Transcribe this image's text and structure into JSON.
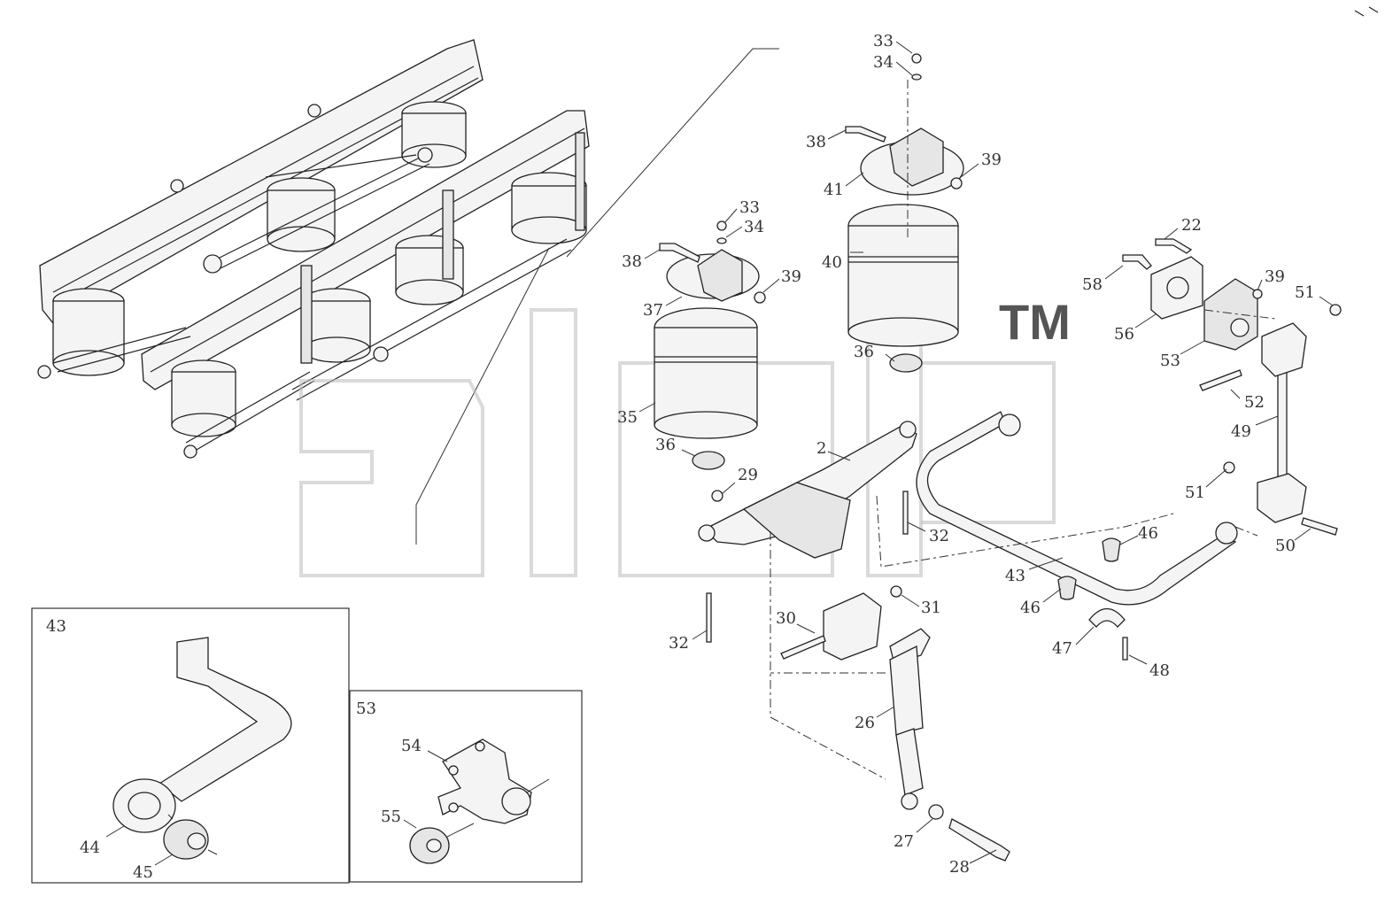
{
  "diagram": {
    "watermark": "TM",
    "overview_labels": [],
    "callouts": [
      {
        "id": "c33a",
        "text": "33"
      },
      {
        "id": "c34a",
        "text": "34"
      },
      {
        "id": "c38a",
        "text": "38"
      },
      {
        "id": "c39a",
        "text": "39"
      },
      {
        "id": "c41",
        "text": "41"
      },
      {
        "id": "c33b",
        "text": "33"
      },
      {
        "id": "c34b",
        "text": "34"
      },
      {
        "id": "c38b",
        "text": "38"
      },
      {
        "id": "c39b",
        "text": "39"
      },
      {
        "id": "c37",
        "text": "37"
      },
      {
        "id": "c40",
        "text": "40"
      },
      {
        "id": "c22",
        "text": "22"
      },
      {
        "id": "c58",
        "text": "58"
      },
      {
        "id": "c39c",
        "text": "39"
      },
      {
        "id": "c51a",
        "text": "51"
      },
      {
        "id": "c56",
        "text": "56"
      },
      {
        "id": "c53",
        "text": "53"
      },
      {
        "id": "c36a",
        "text": "36"
      },
      {
        "id": "c52",
        "text": "52"
      },
      {
        "id": "c35",
        "text": "35"
      },
      {
        "id": "c49",
        "text": "49"
      },
      {
        "id": "c2",
        "text": "2"
      },
      {
        "id": "c36b",
        "text": "36"
      },
      {
        "id": "c29",
        "text": "29"
      },
      {
        "id": "c32a",
        "text": "32"
      },
      {
        "id": "c46a",
        "text": "46"
      },
      {
        "id": "c51b",
        "text": "51"
      },
      {
        "id": "c50",
        "text": "50"
      },
      {
        "id": "c43a",
        "text": "43"
      },
      {
        "id": "c46b",
        "text": "46"
      },
      {
        "id": "c31",
        "text": "31"
      },
      {
        "id": "c30",
        "text": "30"
      },
      {
        "id": "c32b",
        "text": "32"
      },
      {
        "id": "c47",
        "text": "47"
      },
      {
        "id": "c48",
        "text": "48"
      },
      {
        "id": "c26",
        "text": "26"
      },
      {
        "id": "c27",
        "text": "27"
      },
      {
        "id": "c28",
        "text": "28"
      }
    ],
    "inset_43": {
      "title": "43",
      "callouts": [
        {
          "id": "c44",
          "text": "44"
        },
        {
          "id": "c45",
          "text": "45"
        }
      ]
    },
    "inset_53": {
      "title": "53",
      "callouts": [
        {
          "id": "c54",
          "text": "54"
        },
        {
          "id": "c55",
          "text": "55"
        }
      ]
    }
  }
}
